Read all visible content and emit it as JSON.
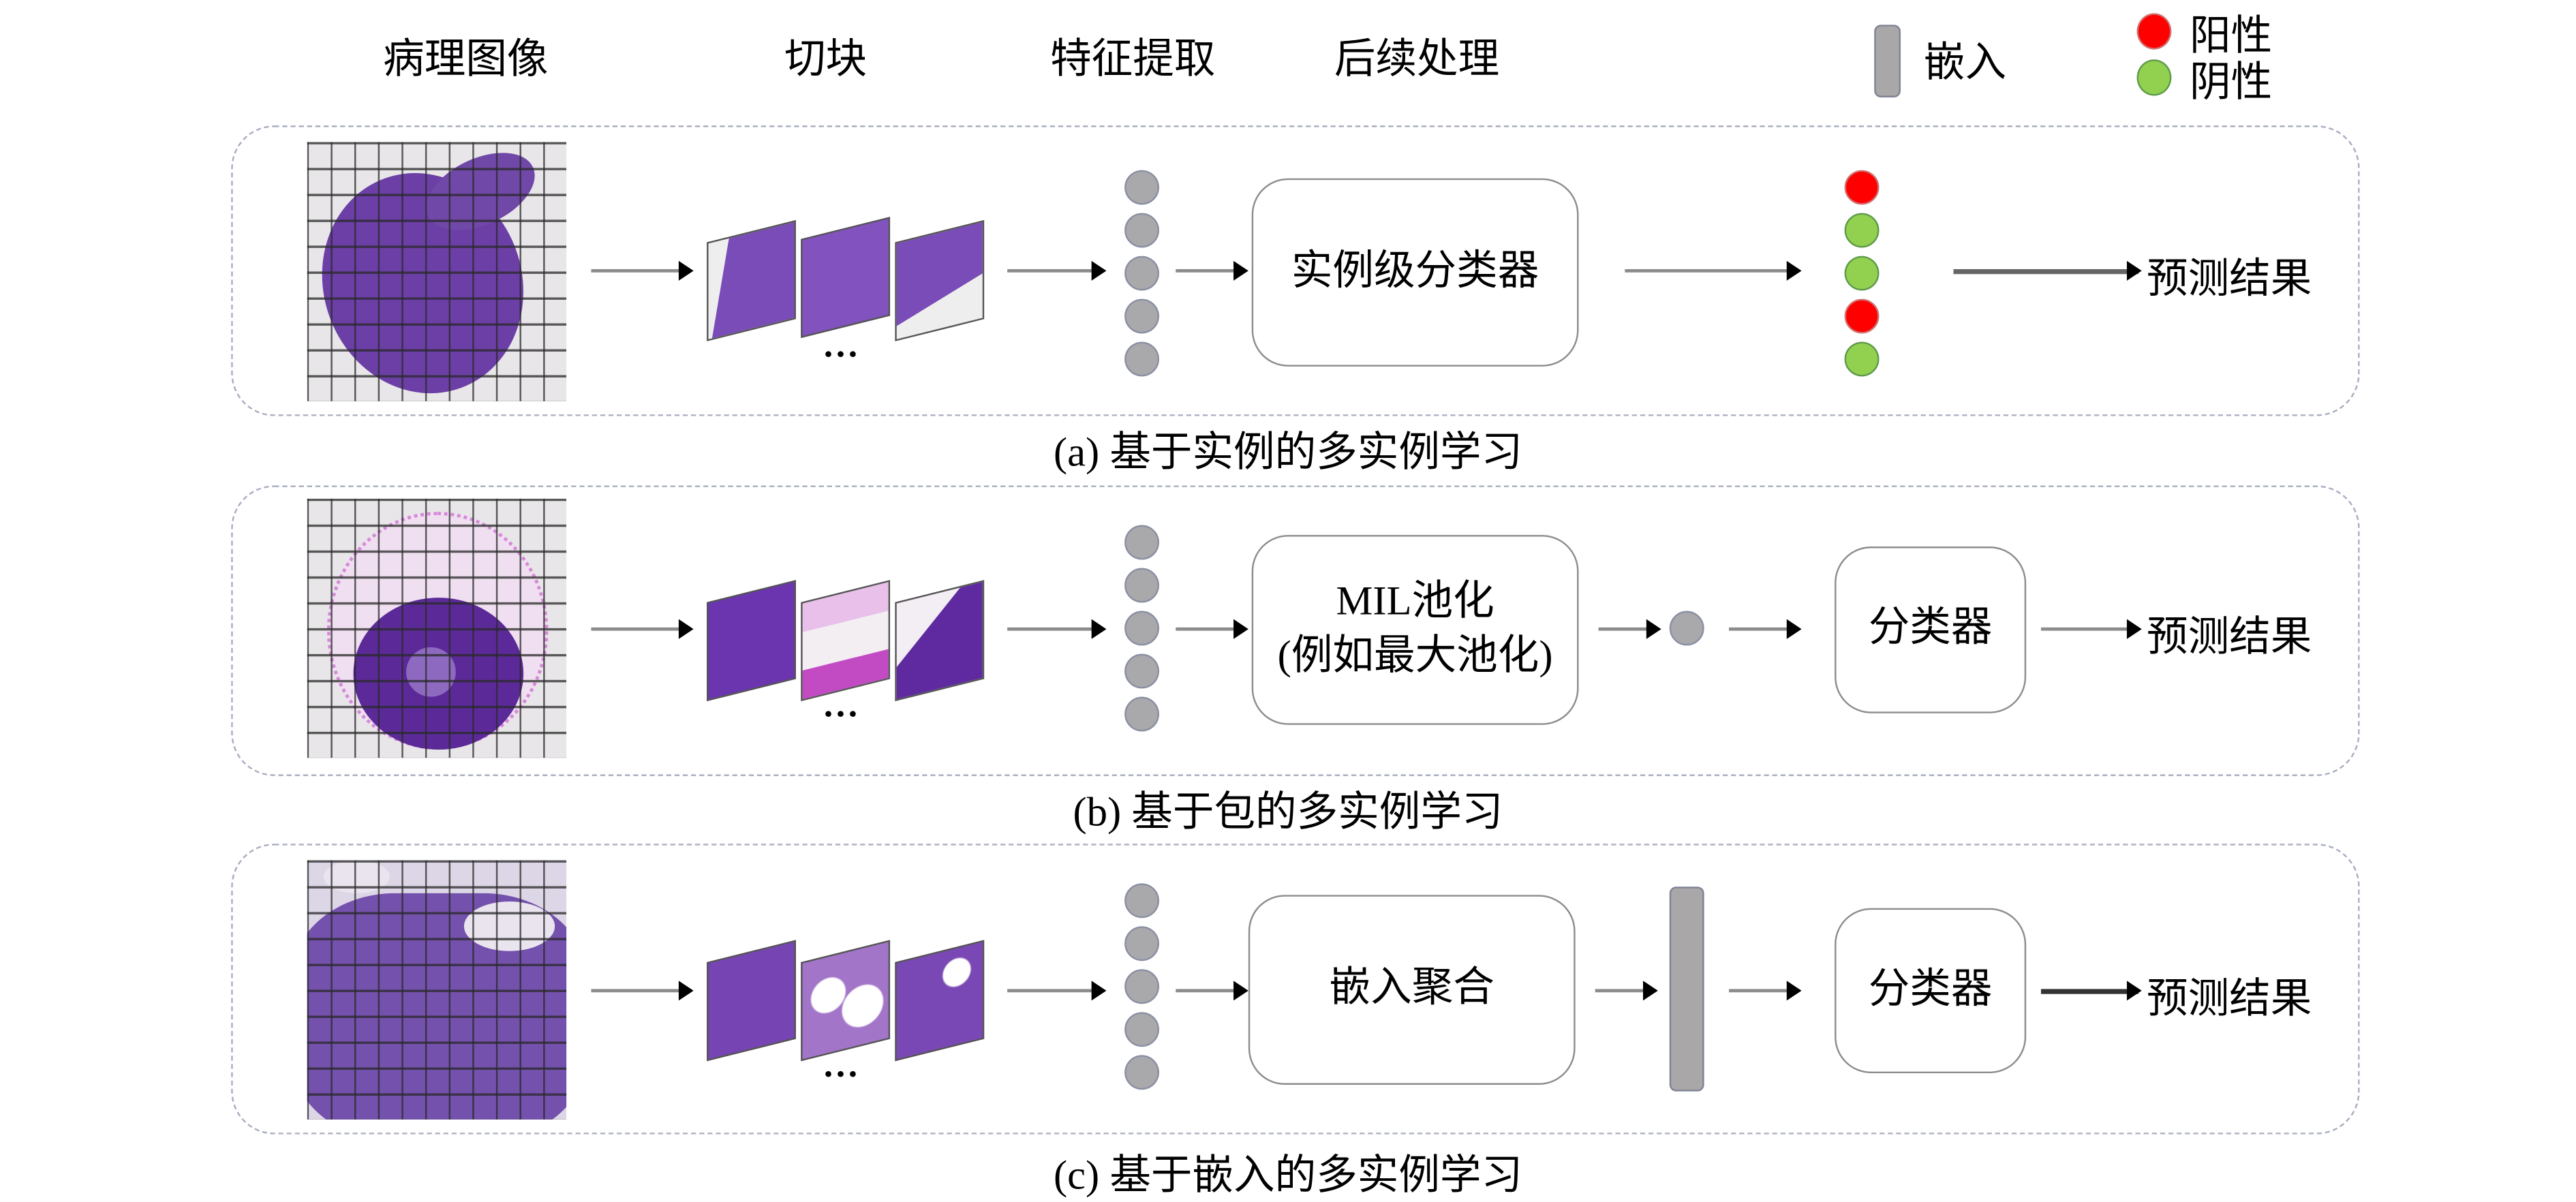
{
  "header": {
    "stages": [
      "病理图像",
      "切块",
      "特征提取",
      "后续处理"
    ],
    "legend": {
      "embedding": "嵌入",
      "positive": "阳性",
      "negative": "阴性"
    }
  },
  "colors": {
    "positive": "#ff0000",
    "negative": "#92d050",
    "feature": "#a9a9ab",
    "embedding": "#aaa7a8",
    "panel_border": "#a8adc0"
  },
  "panels": [
    {
      "id": "a",
      "caption": "(a) 基于实例的多实例学习",
      "ellipsis": "…",
      "processor": "实例级分类器",
      "instance_predictions": [
        "positive",
        "negative",
        "negative",
        "positive",
        "negative"
      ],
      "output": "预测结果"
    },
    {
      "id": "b",
      "caption": "(b) 基于包的多实例学习",
      "ellipsis": "…",
      "processor_line1": "MIL池化",
      "processor_line2": "(例如最大池化)",
      "classifier": "分类器",
      "output": "预测结果"
    },
    {
      "id": "c",
      "caption": "(c) 基于嵌入的多实例学习",
      "ellipsis": "…",
      "processor": "嵌入聚合",
      "classifier": "分类器",
      "output": "预测结果"
    }
  ]
}
